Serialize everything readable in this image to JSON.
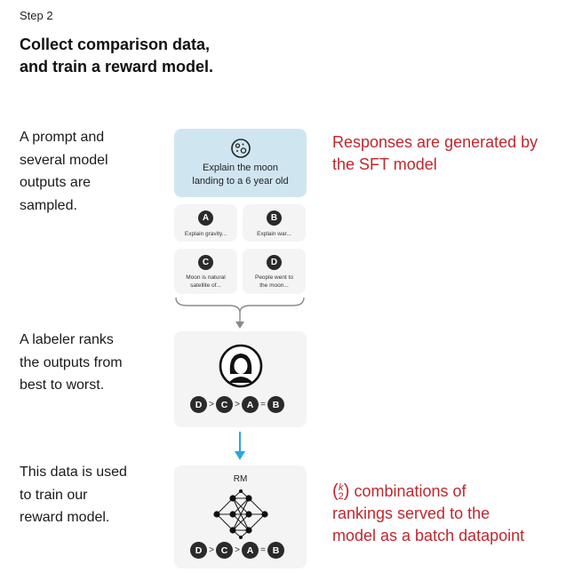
{
  "step_label": "Step 2",
  "title_line1": "Collect comparison data,",
  "title_line2": "and train a reward model.",
  "left_text": {
    "block1": [
      "A prompt and",
      "several model",
      "outputs are",
      "sampled."
    ],
    "block2": [
      "A labeler ranks",
      "the outputs from",
      "best to worst."
    ],
    "block3": [
      "This data is used",
      "to train our",
      "reward model."
    ]
  },
  "notes": {
    "sft": [
      "Responses are generated by",
      "the SFT model"
    ],
    "combo_binom_top": "k",
    "combo_binom_bottom": "2",
    "combo_line1_rest": " combinations of",
    "combo_line2": "rankings served to the",
    "combo_line3": "model as a batch datapoint"
  },
  "prompt": {
    "line1": "Explain the moon",
    "line2": "landing to a 6 year old",
    "icon": "moon-icon"
  },
  "outputs": [
    {
      "letter": "A",
      "lines": [
        "Explain gravity..."
      ]
    },
    {
      "letter": "B",
      "lines": [
        "Explain war..."
      ]
    },
    {
      "letter": "C",
      "lines": [
        "Moon is natural",
        "satellite of..."
      ]
    },
    {
      "letter": "D",
      "lines": [
        "People went to",
        "the moon..."
      ]
    }
  ],
  "ranking": {
    "letters": [
      "D",
      "C",
      "A",
      "B"
    ],
    "ops": [
      ">",
      ">",
      "="
    ]
  },
  "labeler_icon": "person-avatar-icon",
  "rm_label": "RM",
  "rm_icon": "neural-network-icon",
  "colors": {
    "accent_red": "#c0272d",
    "prompt_bg": "#cfe6f1",
    "card_bg": "#f4f4f4",
    "arrow_blue": "#2aa7e0",
    "arrow_gray": "#8a8a8a",
    "badge": "#2a2a2a"
  }
}
